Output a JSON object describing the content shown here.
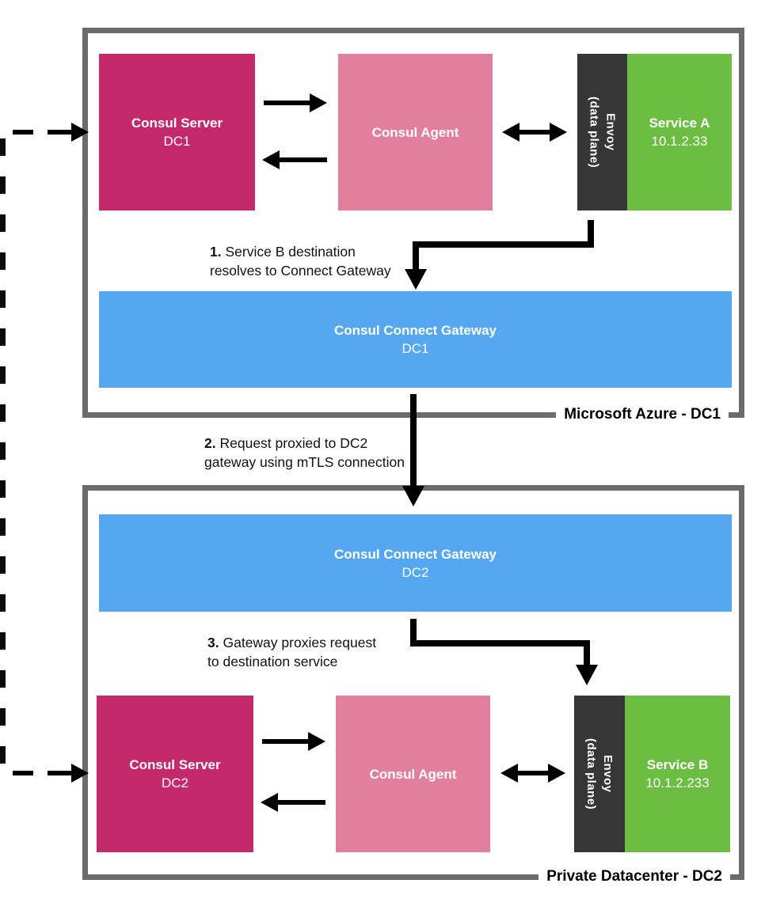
{
  "colors": {
    "server_box": "#c4296b",
    "agent_box": "#e27f9f",
    "gateway_box": "#55a7f2",
    "service_box": "#6cbe43",
    "envoy_box": "#363636",
    "container_border": "#6b6b6b",
    "arrow": "#000000"
  },
  "dc1": {
    "container_label": "Microsoft Azure - DC1",
    "server_title": "Consul Server",
    "server_subtitle": "DC1",
    "agent_title": "Consul Agent",
    "envoy_label": "Envoy\n(data plane)",
    "service_title": "Service A",
    "service_ip": "10.1.2.33",
    "gateway_title": "Consul Connect Gateway",
    "gateway_subtitle": "DC1"
  },
  "dc2": {
    "container_label": "Private Datacenter - DC2",
    "server_title": "Consul Server",
    "server_subtitle": "DC2",
    "agent_title": "Consul Agent",
    "envoy_label": "Envoy\n(data plane)",
    "service_title": "Service B",
    "service_ip": "10.1.2.233",
    "gateway_title": "Consul Connect Gateway",
    "gateway_subtitle": "DC2"
  },
  "steps": [
    {
      "num": "1.",
      "text": "Service B destination\nresolves to Connect Gateway"
    },
    {
      "num": "2.",
      "text": "Request proxied to DC2\ngateway using mTLS connection"
    },
    {
      "num": "3.",
      "text": "Gateway proxies request\nto destination service"
    }
  ]
}
